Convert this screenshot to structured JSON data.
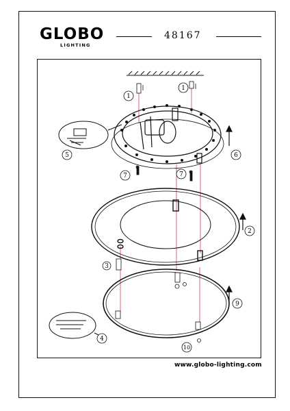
{
  "header": {
    "brand": "GLOBO",
    "brand_sub": "LIGHTING",
    "model_number": "48167"
  },
  "footer": {
    "website": "www.globo-lighting.com"
  },
  "step_labels": {
    "s1a": "1",
    "s1b": "1",
    "s2": "2",
    "s3": "3",
    "s4": "4",
    "s5": "5",
    "s6": "6",
    "s7a": "7",
    "s7b": "7",
    "s9": "9",
    "s10": "10"
  },
  "colors": {
    "ink": "#111111",
    "guide_line": "#d04050"
  }
}
